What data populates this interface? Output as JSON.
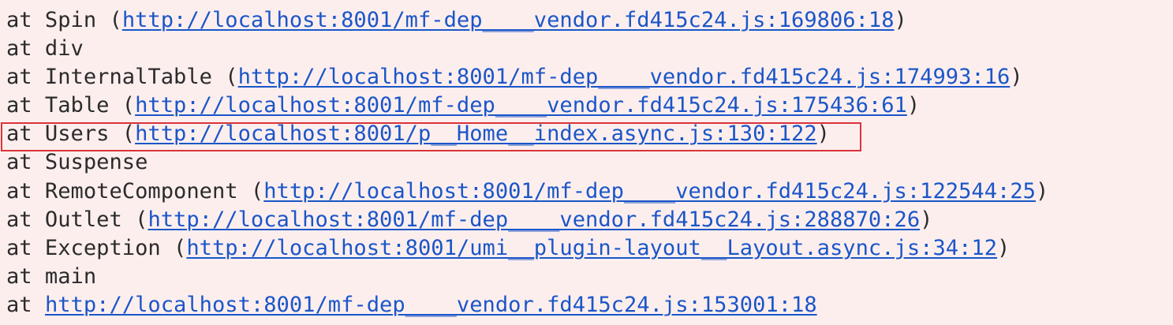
{
  "colors": {
    "background": "#fdeeee",
    "text": "#2b2b2b",
    "link": "#1a56c8",
    "highlight_border": "#d9343a"
  },
  "highlighted_frame_index": 4,
  "stack_frames": [
    {
      "prefix": "at Spin (",
      "link": "http://localhost:8001/mf-dep____vendor.fd415c24.js:169806:18",
      "suffix": ")"
    },
    {
      "prefix": "at div",
      "link": null,
      "suffix": ""
    },
    {
      "prefix": "at InternalTable (",
      "link": "http://localhost:8001/mf-dep____vendor.fd415c24.js:174993:16",
      "suffix": ")"
    },
    {
      "prefix": "at Table (",
      "link": "http://localhost:8001/mf-dep____vendor.fd415c24.js:175436:61",
      "suffix": ")"
    },
    {
      "prefix": "at Users (",
      "link": "http://localhost:8001/p__Home__index.async.js:130:122",
      "suffix": ")"
    },
    {
      "prefix": "at Suspense",
      "link": null,
      "suffix": ""
    },
    {
      "prefix": "at RemoteComponent (",
      "link": "http://localhost:8001/mf-dep____vendor.fd415c24.js:122544:25",
      "suffix": ")"
    },
    {
      "prefix": "at Outlet (",
      "link": "http://localhost:8001/mf-dep____vendor.fd415c24.js:288870:26",
      "suffix": ")"
    },
    {
      "prefix": "at Exception (",
      "link": "http://localhost:8001/umi__plugin-layout__Layout.async.js:34:12",
      "suffix": ")"
    },
    {
      "prefix": "at main",
      "link": null,
      "suffix": ""
    },
    {
      "prefix": "at ",
      "link": "http://localhost:8001/mf-dep____vendor.fd415c24.js:153001:18",
      "suffix": ""
    }
  ]
}
